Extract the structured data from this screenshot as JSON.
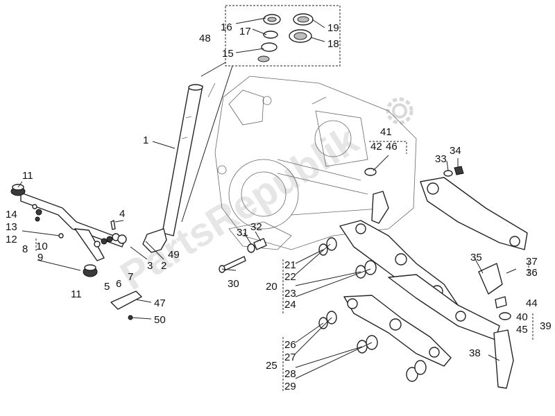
{
  "watermark": {
    "text": "PartsRepublik",
    "color": "#e6e6e6",
    "icon": "gear-icon"
  },
  "callouts": {
    "c1": "1",
    "c2": "2",
    "c3": "3",
    "c4": "4",
    "c5": "5",
    "c6": "6",
    "c7": "7",
    "c8": "8",
    "c9": "9",
    "c10": "10",
    "c11a": "11",
    "c11b": "11",
    "c12": "12",
    "c13": "13",
    "c14": "14",
    "c15": "15",
    "c16": "16",
    "c17": "17",
    "c18": "18",
    "c19": "19",
    "c20": "20",
    "c21": "21",
    "c22": "22",
    "c23": "23",
    "c24": "24",
    "c25": "25",
    "c26": "26",
    "c27": "27",
    "c28": "28",
    "c29": "29",
    "c30": "30",
    "c31": "31",
    "c32": "32",
    "c33": "33",
    "c34": "34",
    "c35": "35",
    "c36": "36",
    "c37": "37",
    "c38": "38",
    "c39": "39",
    "c40": "40",
    "c41": "41",
    "c42": "42",
    "c44": "44",
    "c45": "45",
    "c46": "46",
    "c47": "47",
    "c48": "48",
    "c49": "49",
    "c50": "50"
  }
}
